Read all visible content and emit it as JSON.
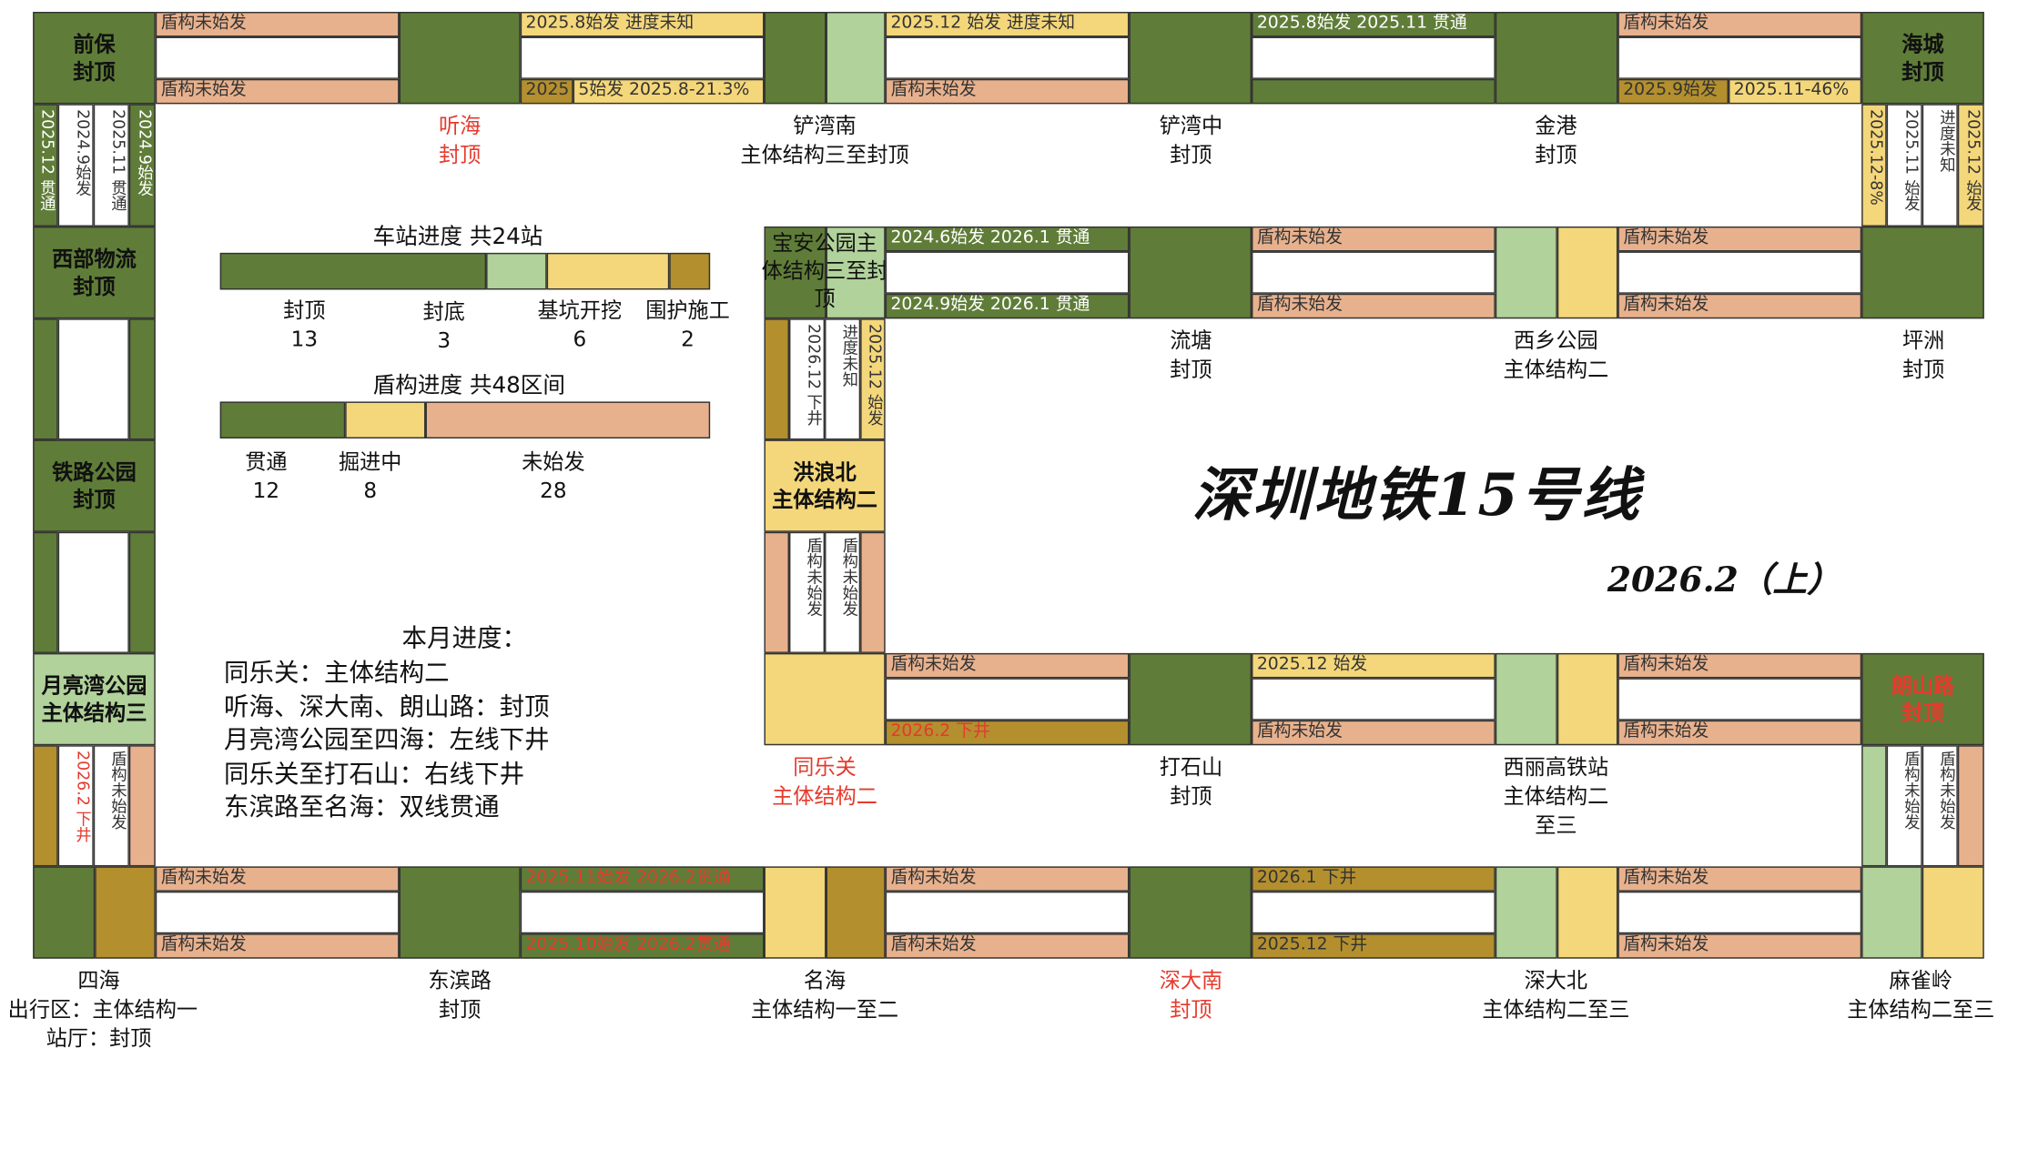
{
  "title": "深圳地铁15号线",
  "date": "2026.2（上）",
  "colors": {
    "sealed_top": "#5f7d38",
    "sealed_bottom": "#b1d29a",
    "excavation": "#f4d77a",
    "enclosure": "#b38f2e",
    "not_started": "#e8b18d"
  },
  "station_progress": {
    "title": "车站进度 共24站",
    "items": [
      {
        "label": "封顶",
        "value": "13"
      },
      {
        "label": "封底",
        "value": "3"
      },
      {
        "label": "基坑开挖",
        "value": "6"
      },
      {
        "label": "围护施工",
        "value": "2"
      }
    ]
  },
  "shield_progress": {
    "title": "盾构进度 共48区间",
    "items": [
      {
        "label": "贯通",
        "value": "12"
      },
      {
        "label": "掘进中",
        "value": "8"
      },
      {
        "label": "未始发",
        "value": "28"
      }
    ]
  },
  "monthly": {
    "title": "本月进度：",
    "lines": [
      "同乐关：主体结构二",
      "听海、深大南、朗山路：封顶",
      "月亮湾公园至四海：左线下井",
      "同乐关至打石山：右线下井",
      "东滨路至名海：双线贯通"
    ]
  },
  "stations": {
    "qianbao": {
      "name": "前保",
      "status": "封顶"
    },
    "tinghai": {
      "name": "听海",
      "status": "封顶"
    },
    "chanwannan": {
      "name": "铲湾南",
      "status": "主体结构三至封顶"
    },
    "chanwanzhong": {
      "name": "铲湾中",
      "status": "封顶"
    },
    "jingang": {
      "name": "金港",
      "status": "封顶"
    },
    "haicheng": {
      "name": "海城",
      "status": "封顶"
    },
    "xibuwuliu": {
      "name": "西部物流",
      "status": "封顶"
    },
    "tielugongyuan": {
      "name": "铁路公园",
      "status": "封顶"
    },
    "yueliangwan": {
      "name": "月亮湾公园",
      "status": "主体结构三"
    },
    "baoan": {
      "name": "宝安公园",
      "status": "主体结构三至封顶"
    },
    "liutang": {
      "name": "流塘",
      "status": "封顶"
    },
    "xixiang": {
      "name": "西乡公园",
      "status": "主体结构二"
    },
    "pingzhou": {
      "name": "坪洲",
      "status": "封顶"
    },
    "honglangbei": {
      "name": "洪浪北",
      "status": "主体结构二"
    },
    "tongleguan": {
      "name": "同乐关",
      "status": "主体结构二"
    },
    "dashishan": {
      "name": "打石山",
      "status": "封顶"
    },
    "xili": {
      "name": "西丽高铁站",
      "status": "主体结构二",
      "status2": "至三"
    },
    "langshan": {
      "name": "朗山路",
      "status": "封顶"
    },
    "sihai": {
      "name": "四海",
      "status": "出行区：主体结构一",
      "status2": "站厅：封顶"
    },
    "dongbin": {
      "name": "东滨路",
      "status": "封顶"
    },
    "minghai": {
      "name": "名海",
      "status": "主体结构一至二"
    },
    "shendanan": {
      "name": "深大南",
      "status": "封顶"
    },
    "shendabei": {
      "name": "深大北",
      "status": "主体结构二至三"
    },
    "maqueling": {
      "name": "麻雀岭",
      "status": "主体结构二至三"
    }
  },
  "sections": {
    "t1_top": "盾构未始发",
    "t1_bot": "盾构未始发",
    "t2_top": "2025.8始发 进度未知",
    "t2_bot_a": "2025",
    "t2_bot_b": "5始发 2025.8-21.3%",
    "t3_top": "2025.12 始发 进度未知",
    "t3_bot": "盾构未始发",
    "t4_top": "2025.8始发 2025.11 贯通",
    "t5_top": "盾构未始发",
    "t5_bot_a": "2025.9始发",
    "t5_bot_b": "2025.11-46%",
    "v1_a": "2025.12 贯通",
    "v1_b": "2024.9始发",
    "v1_c": "2025.11 贯通",
    "v1_d": "2024.9始发",
    "v2_a": "2025.12-8%",
    "v2_b": "2025.11 始发",
    "v2_c": "进度未知",
    "v2_d": "2025.12 始发",
    "m1_top": "2024.6始发 2026.1 贯通",
    "m1_bot": "2024.9始发 2026.1 贯通",
    "m2_top": "盾构未始发",
    "m2_bot": "盾构未始发",
    "m3_top": "盾构未始发",
    "m3_bot": "盾构未始发",
    "v3_a": "2026.12 下井",
    "v3_b": "进度未知",
    "v3_c": "2025.12 始发",
    "v4_a": "盾构未始发",
    "v4_b": "盾构未始发",
    "r1_top": "盾构未始发",
    "r1_bot": "2026.2 下井",
    "r2_top": "2025.12 始发",
    "r2_bot": "盾构未始发",
    "r3_top": "盾构未始发",
    "r3_bot": "盾构未始发",
    "v5_a": "2026.2 下井",
    "v5_b": "盾构未始发",
    "v6_a": "盾构未始发",
    "v6_b": "盾构未始发",
    "b1_top": "盾构未始发",
    "b1_bot": "盾构未始发",
    "b2_top": "2025.11始发 2026.2贯通",
    "b2_bot": "2025.10始发 2026.2贯通",
    "b3_top": "盾构未始发",
    "b3_bot": "盾构未始发",
    "b4_top": "2026.1 下井",
    "b4_bot": "2025.12 下井",
    "b5_top": "盾构未始发",
    "b5_bot": "盾构未始发"
  }
}
